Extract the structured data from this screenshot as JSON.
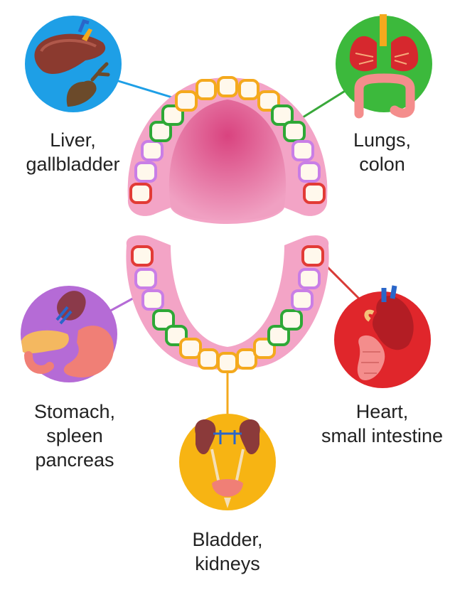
{
  "colors": {
    "liver": "#f4a91d",
    "lungs": "#2ea836",
    "stomach": "#c97ee6",
    "heart": "#e23b36",
    "kidneys": "#f4a91d",
    "liver_circle": "#1e9fe6",
    "lungs_circle": "#3cb93c",
    "stomach_circle": "#b56bd6",
    "heart_circle": "#e0262b",
    "kidneys_circle": "#f7b413",
    "liver_line": "#1e9fe6",
    "lungs_line": "#39a83a",
    "stomach_line": "#b56bd6",
    "heart_line": "#d83a36",
    "kidneys_line": "#f4a91d",
    "gum": "#f3a4c6",
    "palate": "#de4f8a",
    "tooth": "#fff8ec"
  },
  "labels": {
    "liver": {
      "line1": "Liver,",
      "line2": "gallbladder",
      "icon": "liver-gallbladder-icon"
    },
    "lungs": {
      "line1": "Lungs,",
      "line2": "colon",
      "icon": "lungs-colon-icon"
    },
    "stomach": {
      "line1": "Stomach,",
      "line2": "spleen",
      "line3": "pancreas",
      "icon": "stomach-spleen-pancreas-icon"
    },
    "heart": {
      "line1": "Heart,",
      "line2": "small intestine",
      "icon": "heart-intestine-icon"
    },
    "kidneys": {
      "line1": "Bladder,",
      "line2": "kidneys",
      "icon": "bladder-kidneys-icon"
    }
  }
}
